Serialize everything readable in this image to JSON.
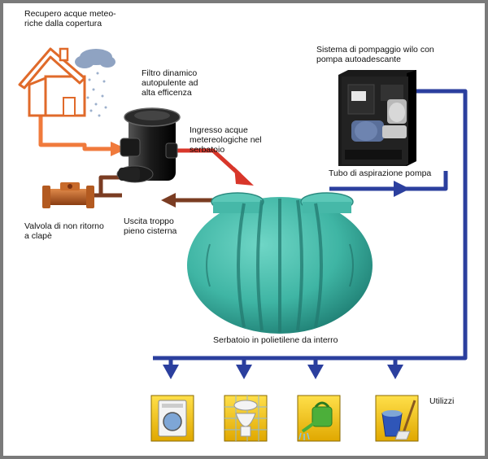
{
  "labels": {
    "roof_collection": "Recupero acque meteo-\nriche dalla copertura",
    "dynamic_filter": "Filtro dinamico\nautopulente ad\nalta efficenza",
    "inlet": "Ingresso acque\nmetereologiche nel\nserbatoio",
    "overflow": "Uscita troppo\npieno cisterna",
    "check_valve": "Valvola di non ritorno\na clapè",
    "pump_system": "Sistema di pompaggio wilo con\npompa autoadescante",
    "suction_pipe": "Tubo di aspirazione pompa",
    "tank": "Serbatoio in polietilene da interro",
    "uses": "Utilizzi"
  },
  "icons": [
    "house-with-rain-icon",
    "filter-icon",
    "check-valve-icon",
    "pump-unit-icon",
    "tank-icon",
    "washing-machine-icon",
    "toilet-icon",
    "watering-can-icon",
    "bucket-mop-icon"
  ],
  "colors": {
    "rain_pipe": "#f07a3c",
    "inlet_pipe": "#d8362a",
    "overflow_pipe": "#7a3c22",
    "suction_pipe": "#2b3f9e",
    "tank": "#3fb5a4",
    "use_tiles": "#f2c200"
  }
}
